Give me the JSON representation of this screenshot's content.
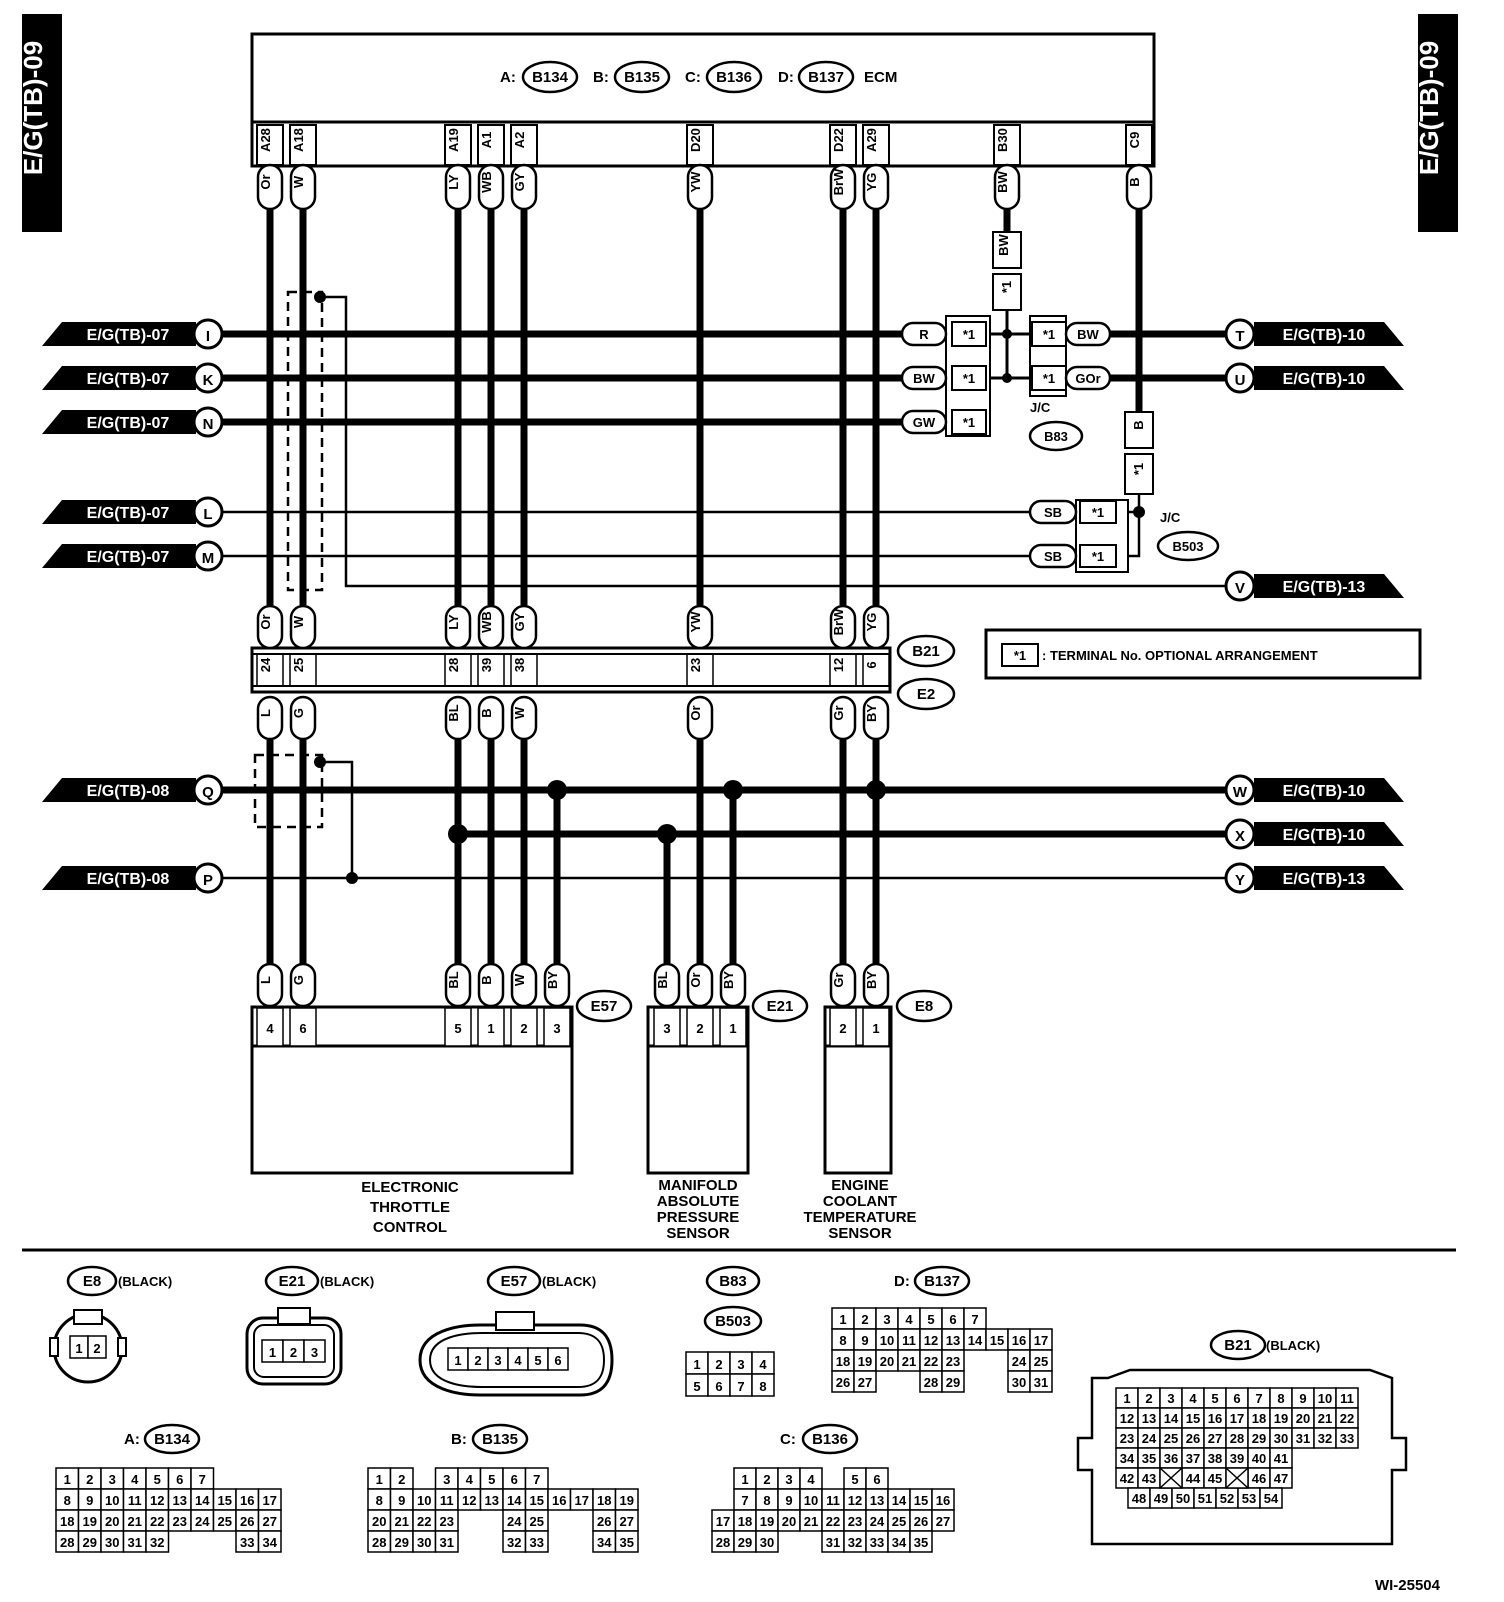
{
  "page_tag": "E/G(TB)-09",
  "ecm": {
    "prefix_a": "A:",
    "connector_a": "B134",
    "prefix_b": "B:",
    "connector_b": "B135",
    "prefix_c": "C:",
    "connector_c": "B136",
    "prefix_d": "D:",
    "connector_d": "B137",
    "label": "ECM"
  },
  "ecm_pins": [
    {
      "pin": "A28",
      "color": "Or"
    },
    {
      "pin": "A18",
      "color": "W"
    },
    {
      "pin": "A19",
      "color": "LY"
    },
    {
      "pin": "A1",
      "color": "WB"
    },
    {
      "pin": "A2",
      "color": "GY"
    },
    {
      "pin": "D20",
      "color": "YW"
    },
    {
      "pin": "D22",
      "color": "BrW"
    },
    {
      "pin": "A29",
      "color": "YG"
    },
    {
      "pin": "B30",
      "color": "BW"
    },
    {
      "pin": "C9",
      "color": "B"
    }
  ],
  "left_refs": [
    {
      "page": "E/G(TB)-07",
      "letter": "I"
    },
    {
      "page": "E/G(TB)-07",
      "letter": "K"
    },
    {
      "page": "E/G(TB)-07",
      "letter": "N"
    },
    {
      "page": "E/G(TB)-07",
      "letter": "L"
    },
    {
      "page": "E/G(TB)-07",
      "letter": "M"
    },
    {
      "page": "E/G(TB)-08",
      "letter": "Q"
    },
    {
      "page": "E/G(TB)-08",
      "letter": "P"
    }
  ],
  "right_refs": [
    {
      "letter": "T",
      "page": "E/G(TB)-10"
    },
    {
      "letter": "U",
      "page": "E/G(TB)-10"
    },
    {
      "letter": "V",
      "page": "E/G(TB)-13"
    },
    {
      "letter": "W",
      "page": "E/G(TB)-10"
    },
    {
      "letter": "X",
      "page": "E/G(TB)-10"
    },
    {
      "letter": "Y",
      "page": "E/G(TB)-13"
    }
  ],
  "jc_b83": {
    "label": "J/C",
    "connector": "B83",
    "bw_top": "BW",
    "star": "*1",
    "left_colors": [
      "R",
      "BW",
      "GW"
    ],
    "right_colors": [
      "BW",
      "GOr"
    ]
  },
  "jc_b503": {
    "label": "J/C",
    "connector": "B503",
    "b_top": "B",
    "star": "*1",
    "left_colors": [
      "SB",
      "SB"
    ]
  },
  "legend": {
    "star": "*1",
    "text": ": TERMINAL No. OPTIONAL ARRANGEMENT"
  },
  "joint": {
    "connector_upper": "B21",
    "connector_lower": "E2",
    "upper_colors": [
      "Or",
      "W",
      "LY",
      "WB",
      "GY",
      "YW",
      "BrW",
      "YG"
    ],
    "pins": [
      "24",
      "25",
      "28",
      "39",
      "38",
      "23",
      "12",
      "6"
    ],
    "lower_colors": [
      "L",
      "G",
      "BL",
      "B",
      "W",
      "Or",
      "Gr",
      "BY"
    ]
  },
  "components": {
    "etc": {
      "connector": "E57",
      "name_lines": [
        "ELECTRONIC",
        "THROTTLE",
        "CONTROL"
      ],
      "colors": [
        "L",
        "G",
        "BL",
        "B",
        "W",
        "BY"
      ],
      "pins": [
        "4",
        "6",
        "5",
        "1",
        "2",
        "3"
      ]
    },
    "map": {
      "connector": "E21",
      "name_lines": [
        "MANIFOLD",
        "ABSOLUTE",
        "PRESSURE",
        "SENSOR"
      ],
      "colors": [
        "BL",
        "Or",
        "BY"
      ],
      "pins": [
        "3",
        "2",
        "1"
      ]
    },
    "ect": {
      "connector": "E8",
      "name_lines": [
        "ENGINE",
        "COOLANT",
        "TEMPERATURE",
        "SENSOR"
      ],
      "colors": [
        "Gr",
        "BY"
      ],
      "pins": [
        "2",
        "1"
      ]
    }
  },
  "connector_views": {
    "e8": {
      "name": "E8",
      "color": "(BLACK)",
      "pins": [
        "1",
        "2"
      ]
    },
    "e21": {
      "name": "E21",
      "color": "(BLACK)",
      "pins": [
        "1",
        "2",
        "3"
      ]
    },
    "e57": {
      "name": "E57",
      "color": "(BLACK)",
      "pins": [
        "1",
        "2",
        "3",
        "4",
        "5",
        "6"
      ]
    },
    "b83": {
      "name": "B83",
      "name2": "B503",
      "rows": [
        [
          "1",
          "2",
          "3",
          "4"
        ],
        [
          "5",
          "6",
          "7",
          "8"
        ]
      ]
    },
    "b137": {
      "prefix": "D:",
      "name": "B137",
      "rows": [
        [
          "1",
          "2",
          "3",
          "4",
          "5",
          "6",
          "7"
        ],
        [
          "8",
          "9",
          "10",
          "11",
          "12",
          "13",
          "14",
          "15",
          "16",
          "17"
        ],
        [
          "18",
          "19",
          "20",
          "21",
          "22",
          "23",
          "",
          "",
          "24",
          "25"
        ],
        [
          "26",
          "27",
          "",
          "",
          "28",
          "29",
          "",
          "",
          "30",
          "31"
        ]
      ]
    },
    "b134": {
      "prefix": "A:",
      "name": "B134",
      "rows": [
        [
          "1",
          "2",
          "3",
          "4",
          "5",
          "6",
          "7"
        ],
        [
          "8",
          "9",
          "10",
          "11",
          "12",
          "13",
          "14",
          "15",
          "16",
          "17"
        ],
        [
          "18",
          "19",
          "20",
          "21",
          "22",
          "23",
          "24",
          "25",
          "26",
          "27"
        ],
        [
          "28",
          "29",
          "30",
          "31",
          "32",
          "",
          "",
          "",
          "33",
          "34"
        ]
      ]
    },
    "b135": {
      "prefix": "B:",
      "name": "B135",
      "rows": [
        [
          "1",
          "2",
          "",
          "3",
          "4",
          "5",
          "6",
          "7"
        ],
        [
          "8",
          "9",
          "10",
          "11",
          "12",
          "13",
          "14",
          "15",
          "16",
          "17",
          "18",
          "19"
        ],
        [
          "20",
          "21",
          "22",
          "23",
          "",
          "",
          "24",
          "25",
          "",
          "",
          "26",
          "27"
        ],
        [
          "28",
          "29",
          "30",
          "31",
          "",
          "",
          "32",
          "33",
          "",
          "",
          "34",
          "35"
        ]
      ]
    },
    "b136": {
      "prefix": "C:",
      "name": "B136",
      "rows": [
        [
          "1",
          "2",
          "3",
          "4",
          "",
          "5",
          "6"
        ],
        [
          "7",
          "8",
          "9",
          "10",
          "11",
          "12",
          "13",
          "14",
          "15",
          "16"
        ],
        [
          "17",
          "18",
          "19",
          "20",
          "21",
          "22",
          "23",
          "24",
          "25",
          "26",
          "27"
        ],
        [
          "28",
          "29",
          "30",
          "",
          "",
          "31",
          "32",
          "33",
          "34",
          "35"
        ]
      ]
    },
    "b21": {
      "name": "B21",
      "color": "(BLACK)",
      "rows": [
        [
          "1",
          "2",
          "3",
          "4",
          "5",
          "6",
          "7",
          "8",
          "9",
          "10",
          "11"
        ],
        [
          "12",
          "13",
          "14",
          "15",
          "16",
          "17",
          "18",
          "19",
          "20",
          "21",
          "22"
        ],
        [
          "23",
          "24",
          "25",
          "26",
          "27",
          "28",
          "29",
          "30",
          "31",
          "32",
          "33"
        ],
        [
          "34",
          "35",
          "36",
          "37",
          "38",
          "39",
          "40",
          "41"
        ],
        [
          "42",
          "43",
          "",
          "44",
          "45",
          "",
          "46",
          "47"
        ],
        [
          "48",
          "49",
          "50",
          "51",
          "52",
          "53",
          "54"
        ]
      ]
    }
  },
  "drawing_id": "WI-25504"
}
